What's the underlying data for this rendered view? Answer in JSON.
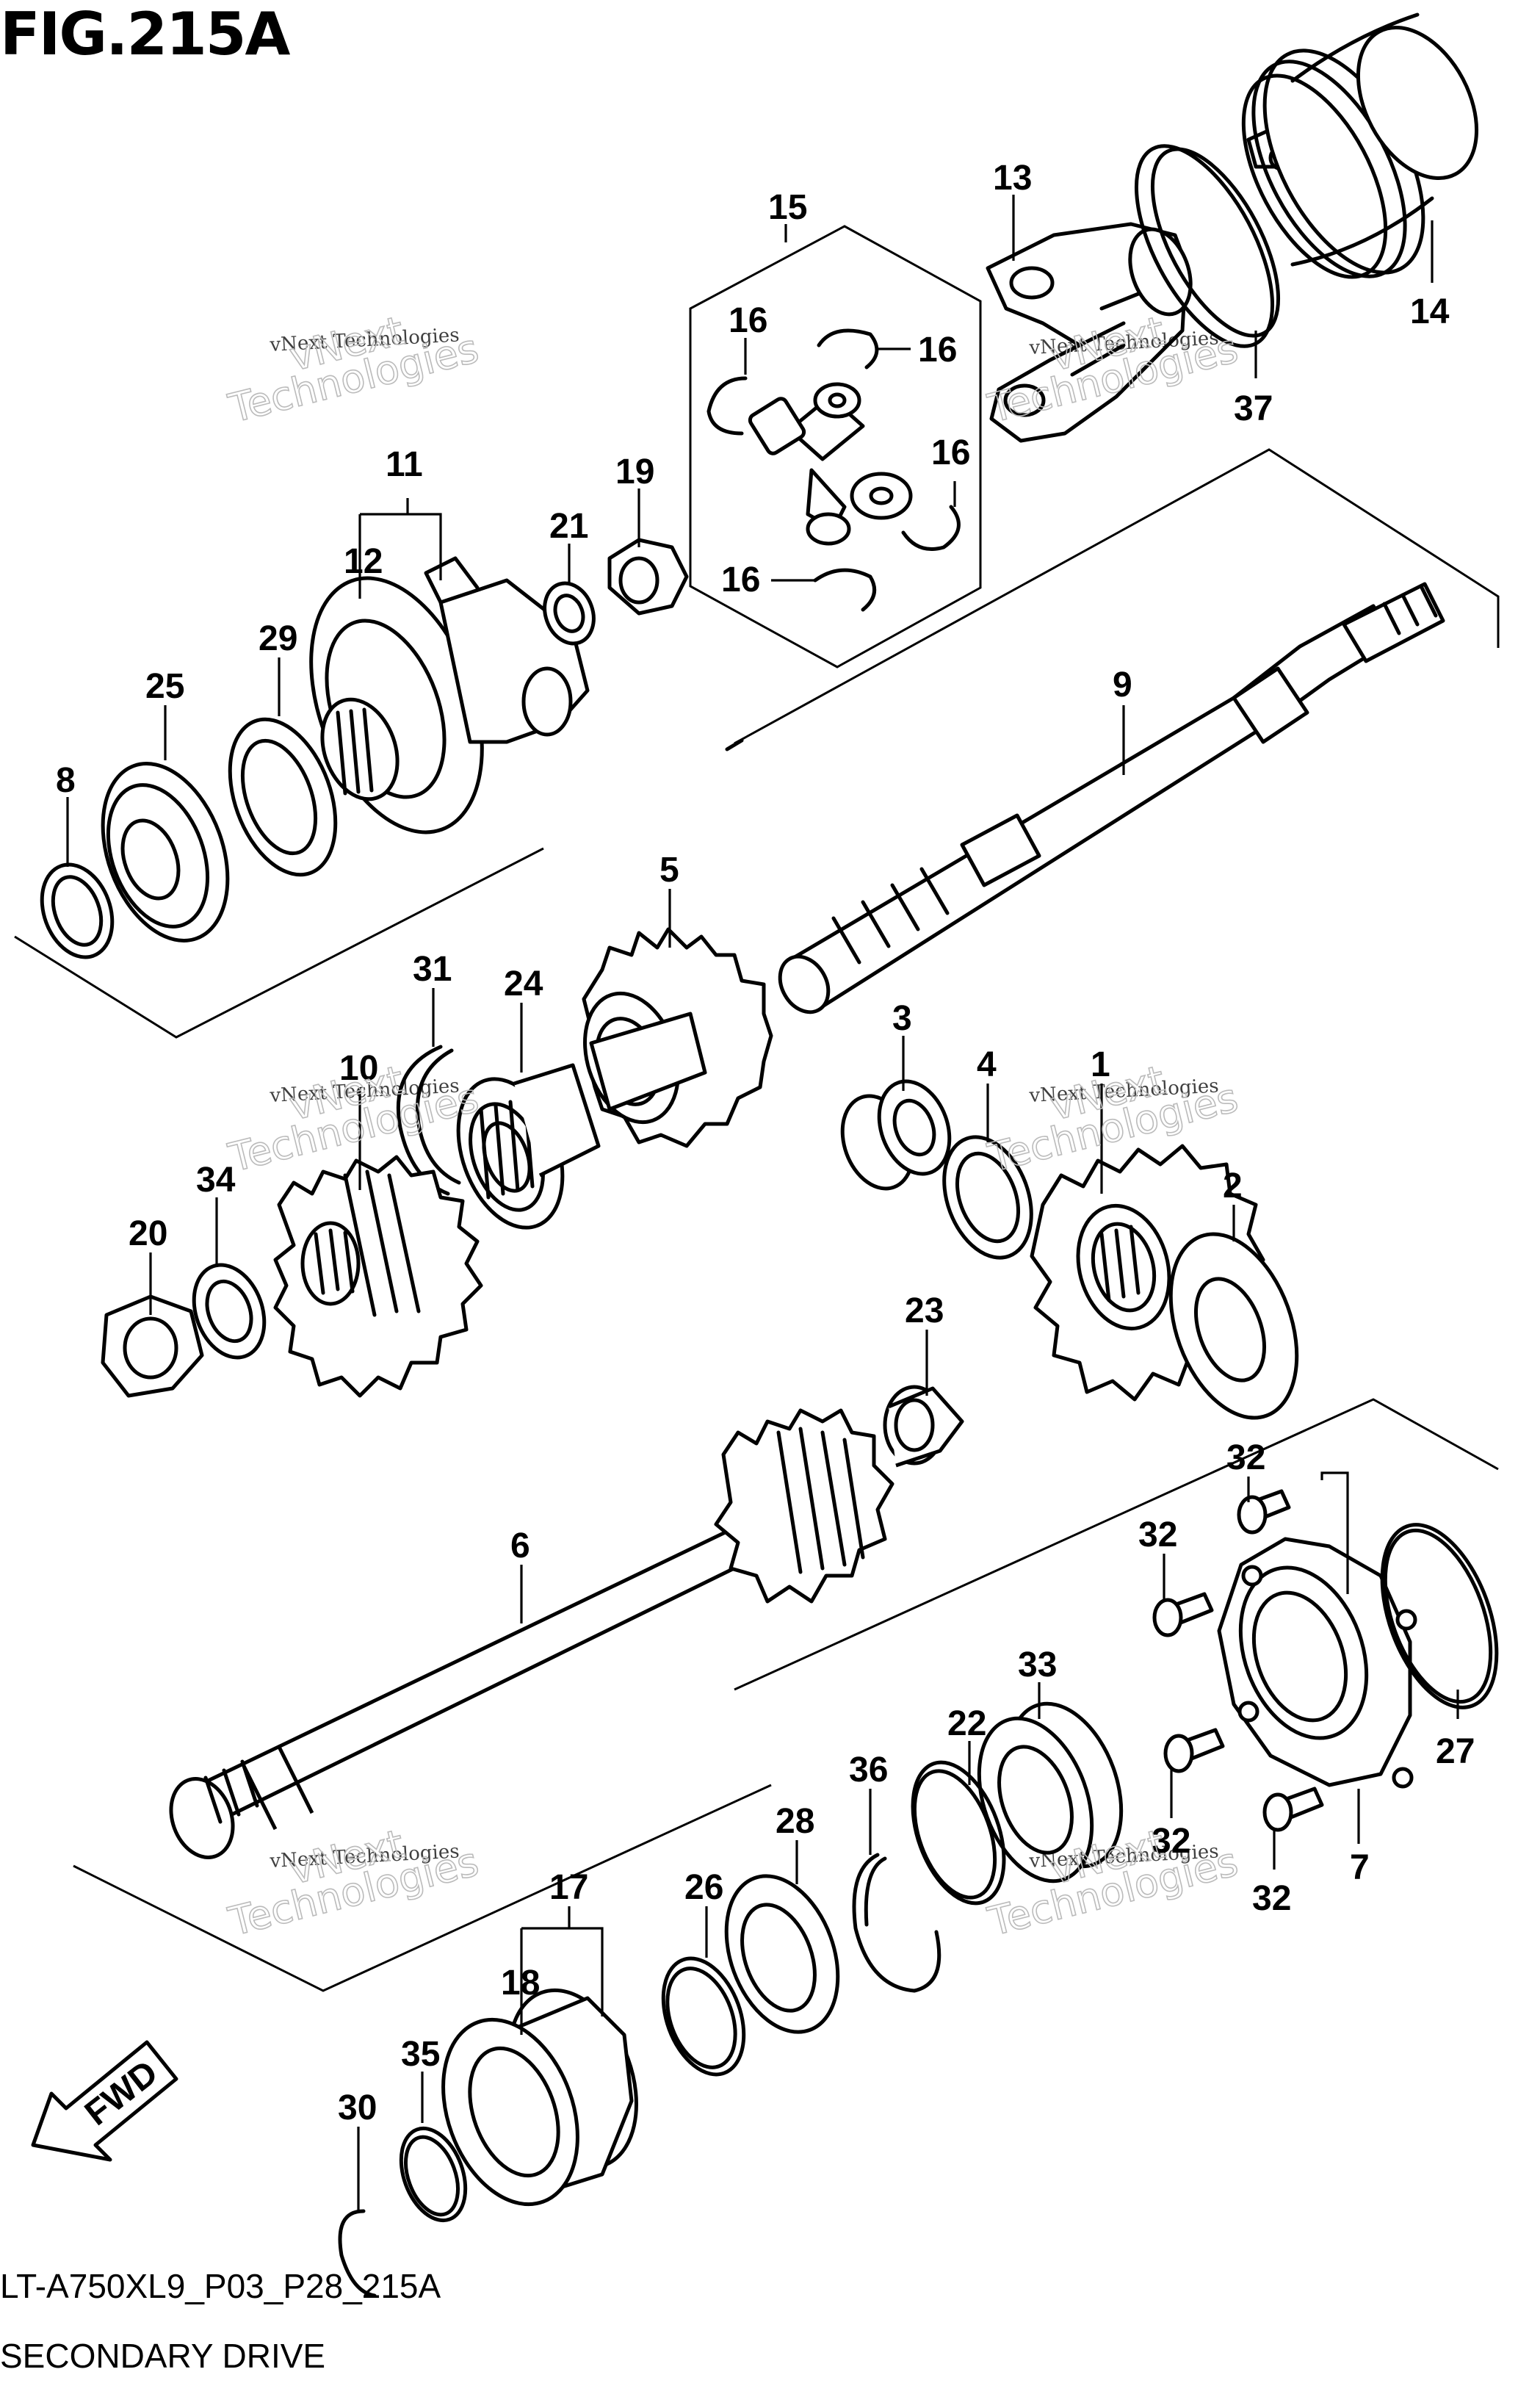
{
  "figure": {
    "title": "FIG.215A",
    "code": "LT-A750XL9_P03_P28_215A",
    "caption": "SECONDARY DRIVE"
  },
  "direction_arrow": {
    "label": "FWD"
  },
  "watermark": {
    "line1": "vNext Technologies",
    "line2": "vNext",
    "line3": "Technologies"
  },
  "callouts": {
    "c1": "1",
    "c2": "2",
    "c3": "3",
    "c4": "4",
    "c5": "5",
    "c6": "6",
    "c7": "7",
    "c8": "8",
    "c9": "9",
    "c10": "10",
    "c11": "11",
    "c12": "12",
    "c13": "13",
    "c14": "14",
    "c15": "15",
    "c16": "16",
    "c17": "17",
    "c18": "18",
    "c19": "19",
    "c20": "20",
    "c21": "21",
    "c22": "22",
    "c23": "23",
    "c24": "24",
    "c25": "25",
    "c26": "26",
    "c27": "27",
    "c28": "28",
    "c29": "29",
    "c30": "30",
    "c31": "31",
    "c32": "32",
    "c33": "33",
    "c34": "34",
    "c35": "35",
    "c36": "36",
    "c37": "37"
  }
}
